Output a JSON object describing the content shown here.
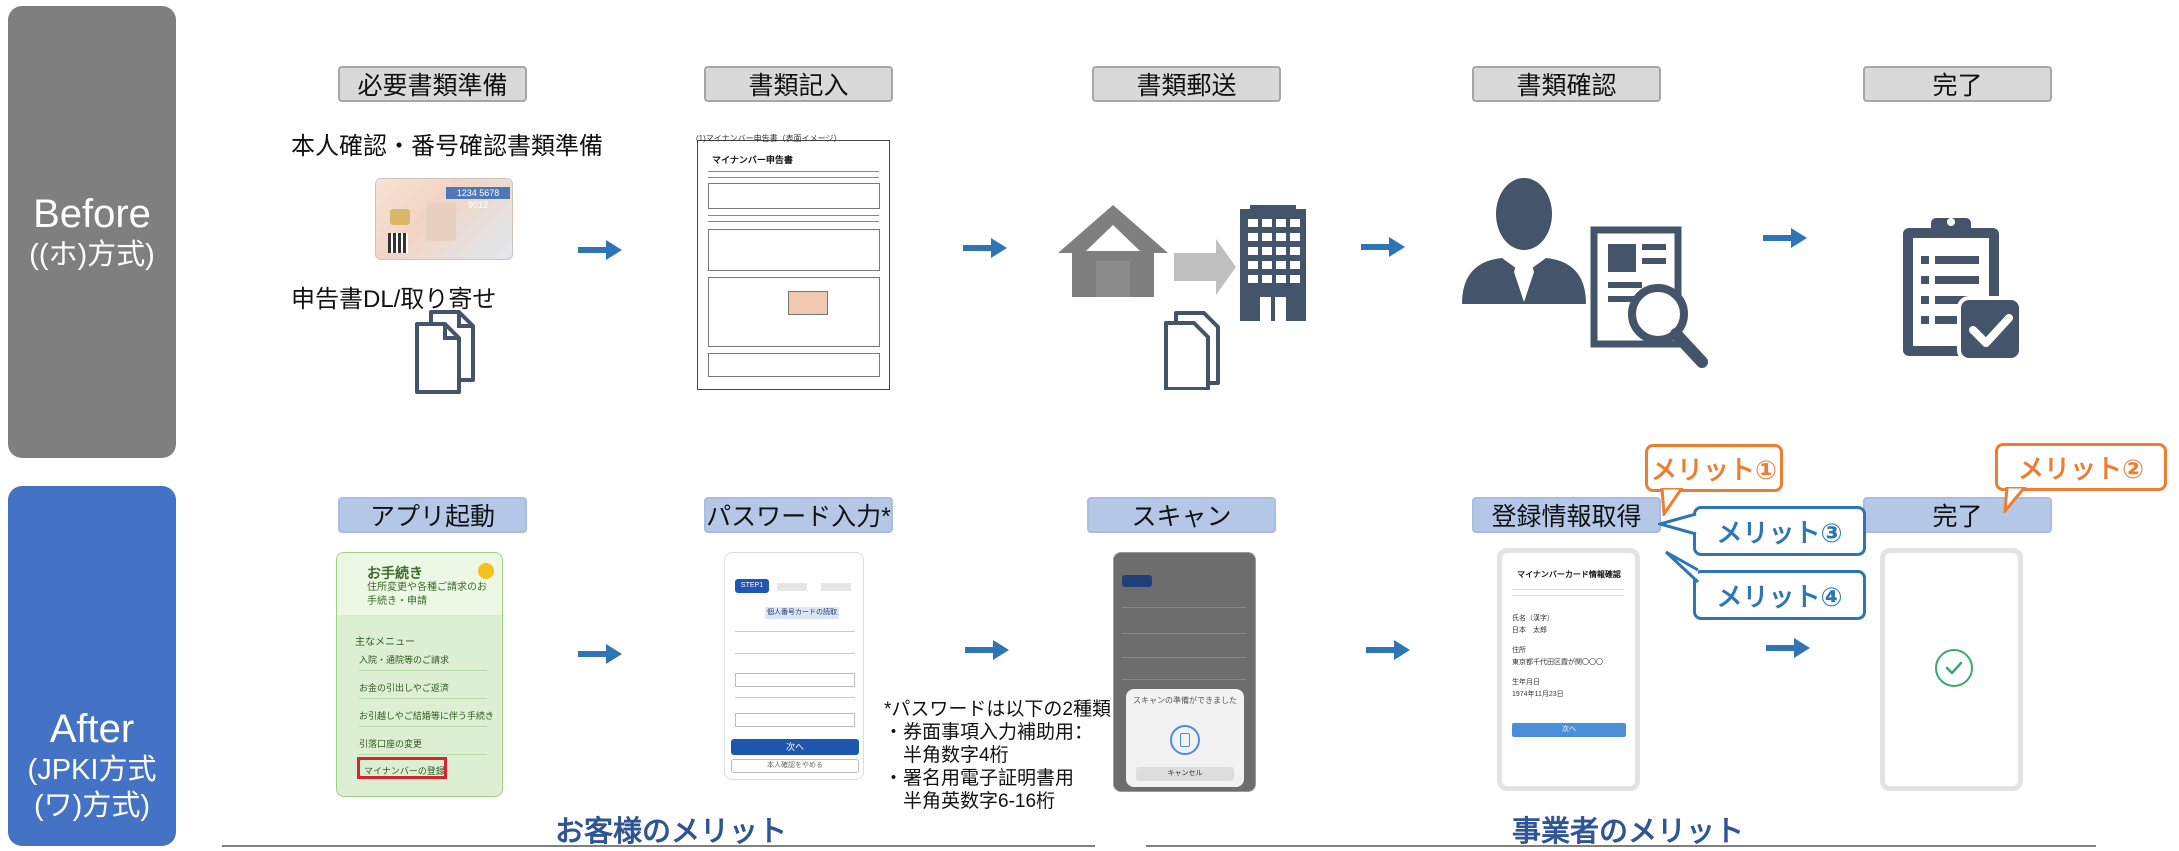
{
  "before": {
    "side_title": "Before",
    "side_sub": "((ホ)方式)",
    "steps": [
      "必要書類準備",
      "書類記入",
      "書類郵送",
      "書類確認",
      "完了"
    ],
    "id_text": "本人確認・番号確認書類準備",
    "dl_text": "申告書DL/取り寄せ"
  },
  "after": {
    "side_title": "After",
    "side_sub1": "(JPKI方式",
    "side_sub2": "(ワ)方式)",
    "steps": [
      "アプリ起動",
      "パスワード入力*",
      "スキャン",
      "登録情報取得",
      "完了"
    ],
    "app": {
      "title": "お手続き",
      "subtitle": "住所変更や各種ご請求のお手続き・申請",
      "menu_header": "主なメニュー",
      "menu_items": [
        "入院・通院等のご請求",
        "お金の引出しやご返済",
        "お引越しやご結婚等に伴う手続き",
        "引落口座の変更",
        "マイナンバーの登録"
      ]
    },
    "password_note": [
      "*パスワードは以下の2種類",
      "・券面事項入力補助用：",
      "　半角数字4桁",
      "・署名用電子証明書用",
      "　半角英数字6-16桁"
    ],
    "phone2": {
      "step": "STEP1",
      "heading": "個人番号カードの読取",
      "next": "次へ",
      "cancel": "本人確認をやめる"
    },
    "phone3": {
      "dialog": "スキャンの準備ができました",
      "cancel": "キャンセル"
    },
    "phone4": {
      "title": "マイナンバーカード情報確認",
      "fields": [
        "氏名（漢字）",
        "日本　太郎",
        "住所",
        "東京都千代田区霞が関〇〇〇",
        "生年月日",
        "1974年11月23日"
      ],
      "button": "次へ"
    },
    "callouts": [
      "メリット①",
      "メリット②",
      "メリット③",
      "メリット④"
    ],
    "customer_merit": "お客様のメリット",
    "business_merit": "事業者のメリット"
  },
  "form": {
    "caption": "(1)マイナンバー申告書（表面イメージ）",
    "title": "マイナンバー申告書"
  },
  "id_card": {
    "band": "1234 5678 9012"
  }
}
